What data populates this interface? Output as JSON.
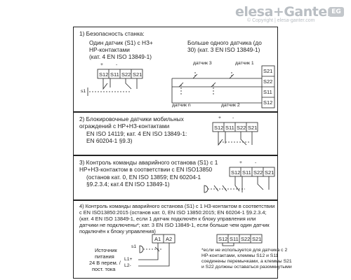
{
  "brand": {
    "logo": "elesa+Ganter",
    "copyright": "© Copyright | elesa-ganter.com",
    "badge": "EG"
  },
  "sections": [
    {
      "heading": "1) Безопасность станка:",
      "left_text": [
        "Один датчик (S1) с НЗ+",
        "НР-контактами",
        "(кат. 4 EN ISO 13849-1)"
      ],
      "right_text": [
        "Больше одного датчика (до",
        "30) (кат. 3 EN ISO 13849-1)"
      ],
      "labels": {
        "plus": "+",
        "minus": "-",
        "s1": "s1",
        "sensor3": "датчик 3",
        "sensor1": "датчик 1",
        "sensorN": "датчик n",
        "sensor2": "датчик 2"
      },
      "terminals_left": [
        "S12",
        "S11",
        "S22",
        "S21"
      ],
      "terminals_right": [
        "S21",
        "S22",
        "S11",
        "S12"
      ]
    },
    {
      "heading": [
        "2) Блокировочные датчики мобильных",
        "ограждений с НР+НЗ-контактами"
      ],
      "text": [
        "EN ISO 14119; кат. 4 EN ISO 13849-1:",
        "EN 60204-1 §9.3)"
      ],
      "labels": {
        "plus": "+",
        "minus": "-"
      },
      "terminals": [
        "S12",
        "S11",
        "S22",
        "S21"
      ]
    },
    {
      "heading": [
        "3) Контроль команды аварийного останова (S1) с 1",
        "НР+НЗ-контактом в соответствии с EN ISO13850"
      ],
      "text": [
        "(останов кат. 0, EN ISO 13859; EN 60204-1",
        "§9.2.3.4; кат.4 EN ISO 13849-1)"
      ],
      "labels": {
        "plus": "+",
        "minus": "-"
      },
      "terminals": [
        "S12",
        "S11",
        "S22",
        "S21"
      ]
    },
    {
      "heading": [
        "4) Контроль команды аварийного останова (S1) с 1 НЗ-контактом в соответствии",
        "с EN ISO13850:2015 (останов кат. 0, EN ISO 13850:2015; EN 60204-1 §9.2.3.4;",
        "(кат. 4 EN ISO 13849-1, если 1 датчик подключён к блоку управления или",
        "датчики не подключены*; кат. 3 EN ISO 13849-1, если больше чем один датчик",
        "подключён к блоку управления)"
      ],
      "supply": [
        "Источник",
        "питания",
        "24 В перем. /",
        "пост. тока"
      ],
      "labels": {
        "s1": "s1",
        "l1": "L1+",
        "l2": "L2-"
      },
      "terminals_top": [
        "A1",
        "A2"
      ],
      "terminals_right": [
        "S12",
        "S11",
        "S22",
        "S21"
      ],
      "note": [
        "*если не используется для датчика с 2",
        "НР-контактами, клеммы S12 и S11",
        "соединены перемычками, а клеммы S21",
        "и S22 должны оставаться разомкнутыми"
      ]
    }
  ]
}
